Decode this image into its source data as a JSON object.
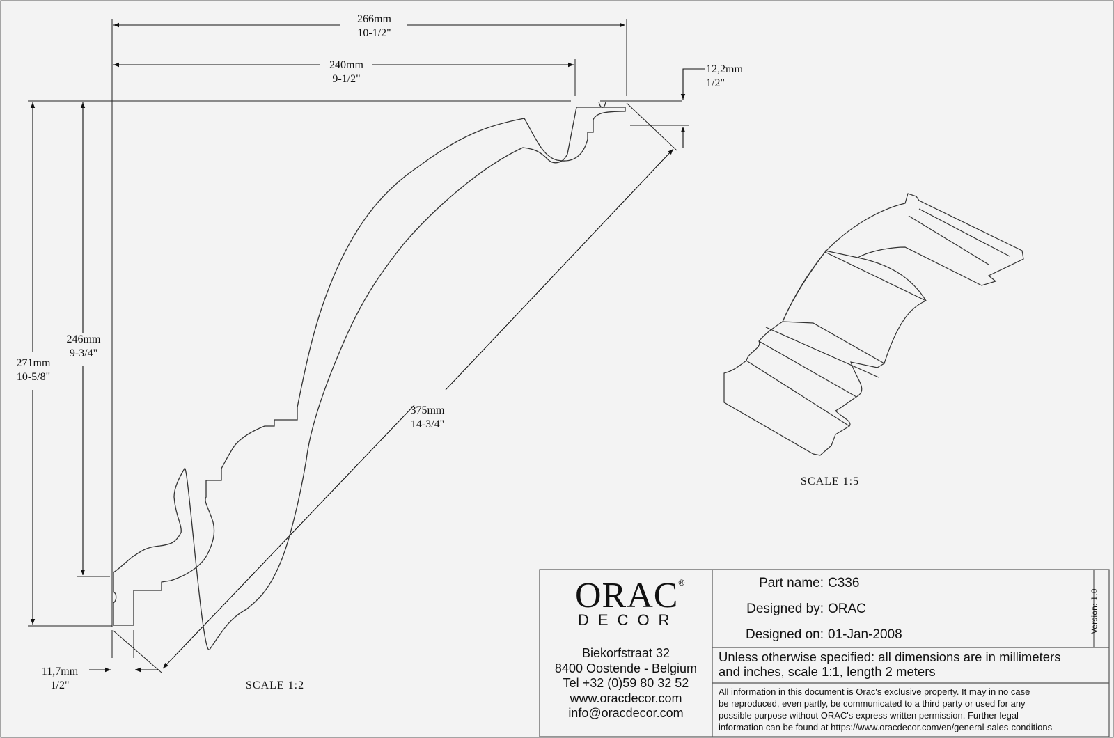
{
  "dimensions": {
    "width_total": {
      "mm": "266mm",
      "in": "10-1/2\""
    },
    "width_inner": {
      "mm": "240mm",
      "in": "9-1/2\""
    },
    "top_lip": {
      "mm": "12,2mm",
      "in": "1/2\""
    },
    "height_total": {
      "mm": "271mm",
      "in": "10-5/8\""
    },
    "height_inner": {
      "mm": "246mm",
      "in": "9-3/4\""
    },
    "diagonal": {
      "mm": "375mm",
      "in": "14-3/4\""
    },
    "bottom_lip": {
      "mm": "11,7mm",
      "in": "1/2\""
    }
  },
  "scales": {
    "profile": "SCALE  1:2",
    "perspective": "SCALE  1:5"
  },
  "title_block": {
    "logo_top": "ORAC",
    "logo_registered": "®",
    "logo_bottom": "DECOR",
    "address": [
      "Biekorfstraat 32",
      "8400 Oostende - Belgium",
      "Tel  +32 (0)59 80 32 52",
      "www.oracdecor.com",
      "info@oracdecor.com"
    ],
    "part_name_label": "Part name:",
    "part_name": "C336",
    "designed_by_label": "Designed by:",
    "designed_by": "ORAC",
    "designed_on_label": "Designed on:",
    "designed_on": "01-Jan-2008",
    "version": "Version: 1.0",
    "note": [
      "Unless otherwise specified: all dimensions are in millimeters",
      "and inches, scale 1:1, length 2 meters"
    ],
    "legal": [
      "All information in this document is Orac's exclusive property.  It may in no case",
      "be reproduced, even partly, be communicated to a third party or used for any",
      "possible purpose without ORAC's express written permission. Further legal",
      "information can be found at https://www.oracdecor.com/en/general-sales-conditions"
    ]
  }
}
